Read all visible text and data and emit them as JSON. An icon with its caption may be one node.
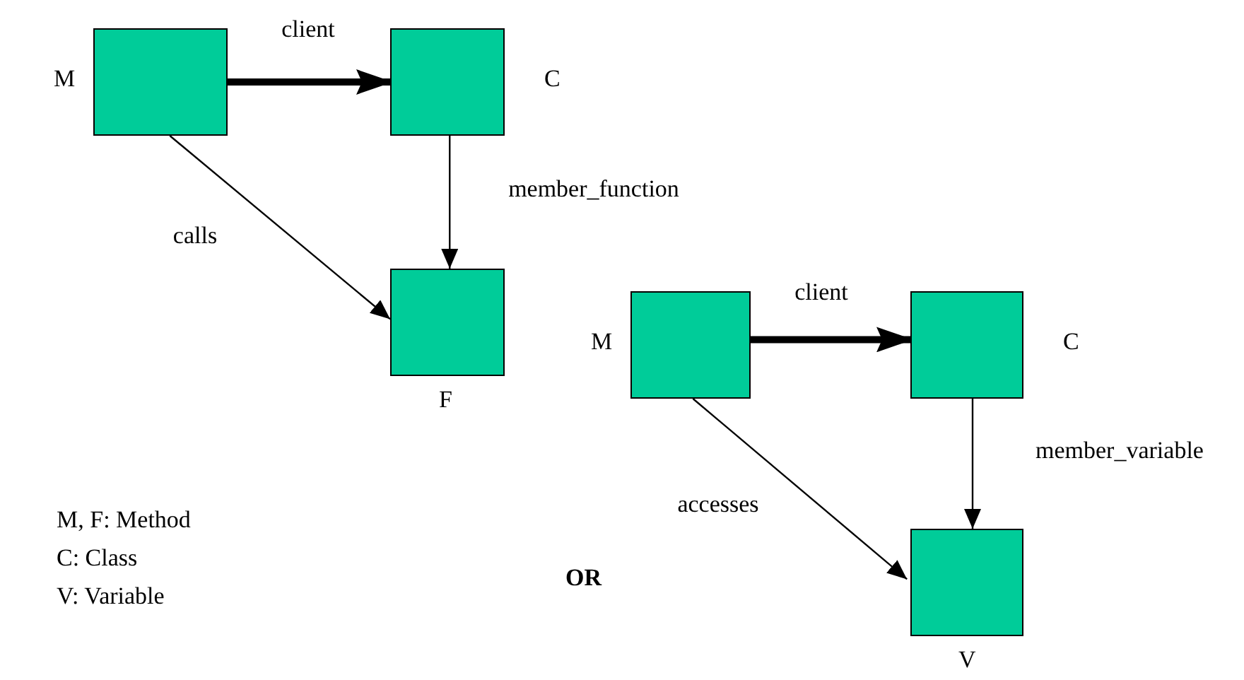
{
  "diagram": {
    "nodes": [
      {
        "text": [],
        "shape": "box",
        "beside": [
          "M"
        ]
      },
      {
        "text": [],
        "shape": "box",
        "beside": [
          "C"
        ]
      },
      {
        "text": [],
        "shape": "box",
        "beside": [
          "F"
        ]
      },
      {
        "text": [],
        "shape": "box",
        "beside": [
          "M"
        ]
      },
      {
        "text": [],
        "shape": "box",
        "beside": [
          "C"
        ]
      },
      {
        "text": [],
        "shape": "box",
        "beside": [
          "V"
        ]
      }
    ],
    "edges": [
      {
        "from": 0,
        "to": 1,
        "arrow": "to",
        "label": "client",
        "style": "thick"
      },
      {
        "from": 1,
        "to": 2,
        "arrow": "to",
        "label": "member_function"
      },
      {
        "from": 0,
        "to": 2,
        "arrow": "to",
        "label": "calls"
      },
      {
        "from": 3,
        "to": 4,
        "arrow": "to",
        "label": "client",
        "style": "thick"
      },
      {
        "from": 4,
        "to": 5,
        "arrow": "to",
        "label": "member_variable"
      },
      {
        "from": 3,
        "to": 5,
        "arrow": "to",
        "label": "accesses"
      }
    ],
    "labels": [
      "M, F: Method",
      "C: Class",
      "V: Variable",
      "OR"
    ]
  }
}
